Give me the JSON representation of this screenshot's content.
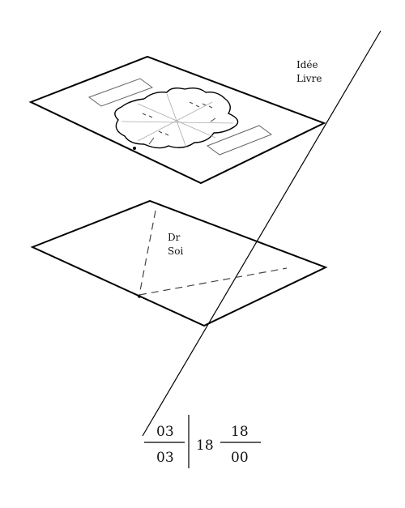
{
  "labels": {
    "top_line1": "Idée",
    "top_line2": "Livre",
    "mid_line1": "Dr",
    "mid_line2": "Soi"
  },
  "fraction": {
    "left_num": "03",
    "left_den": "03",
    "whole": "18",
    "right_num": "18",
    "right_den": "00"
  }
}
